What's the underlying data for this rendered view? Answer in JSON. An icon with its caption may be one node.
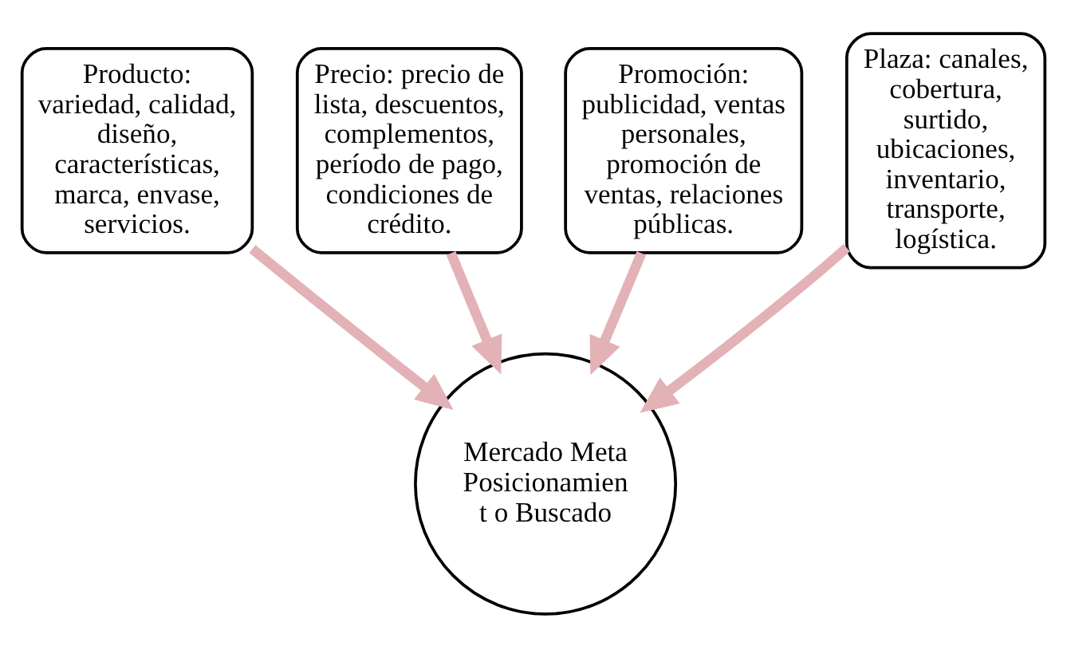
{
  "diagram": {
    "nodes": [
      {
        "text": [
          "Precio: precio de lista, descuentos, complementos, período de pago, condiciones de crédito."
        ]
      },
      {
        "text": [
          "Promoción: publicidad, ventas personales, promoción de ventas, relaciones públicas."
        ]
      },
      {
        "text": [
          "Producto: variedad, calidad, diseño, características, marca, envase, servicios."
        ]
      },
      {
        "text": [
          "Plaza: canales, cobertura, surtido, ubicaciones, inventario, transporte, logística."
        ]
      },
      {
        "text": [
          "Mercado Meta Posicionamient o Buscado"
        ]
      }
    ],
    "edges": [
      {
        "from": 2,
        "to": 4,
        "arrow": "to"
      },
      {
        "from": 0,
        "to": 4,
        "arrow": "to"
      },
      {
        "from": 1,
        "to": 4,
        "arrow": "to"
      },
      {
        "from": 3,
        "to": 4,
        "arrow": "to"
      }
    ]
  }
}
